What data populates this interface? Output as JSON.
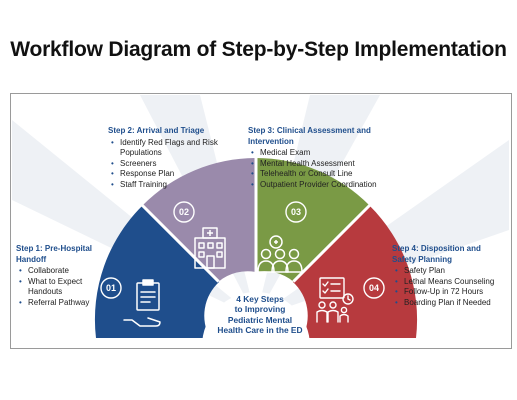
{
  "title": "Workflow Diagram of Step-by-Step Implementation",
  "center": {
    "lines": [
      "4 Key Steps",
      "to Improving",
      "Pediatric Mental",
      "Health Care in the ED"
    ]
  },
  "colors": {
    "step1": "#1f4e8c",
    "step2": "#9a8aab",
    "step3": "#7a9a45",
    "step4": "#b73a3e",
    "heading": "#1f4e8c"
  },
  "steps": [
    {
      "number": "01",
      "title_lines": [
        "Step 1: Pre-Hospital",
        "Handoff"
      ],
      "items": [
        "Collaborate",
        "What to Expect Handouts",
        "Referral Pathway"
      ],
      "icon": "clipboard-handoff-icon"
    },
    {
      "number": "02",
      "title_lines": [
        "Step 2: Arrival and Triage"
      ],
      "items": [
        "Identify Red Flags and Risk Populations",
        "Screeners",
        "Response Plan",
        "Staff Training"
      ],
      "icon": "hospital-icon"
    },
    {
      "number": "03",
      "title_lines": [
        "Step 3: Clinical Assessment and",
        "Intervention"
      ],
      "items": [
        "Medical Exam",
        "Mental Health Assessment",
        "Telehealth or Consult Line",
        "Outpatient Provider Coordination"
      ],
      "icon": "care-team-icon"
    },
    {
      "number": "04",
      "title_lines": [
        "Step 4: Disposition and",
        "Safety Planning"
      ],
      "items": [
        "Safety Plan",
        "Lethal Means Counseling",
        "Follow-Up in 72 Hours",
        "Boarding Plan if Needed"
      ],
      "icon": "planning-team-icon"
    }
  ]
}
